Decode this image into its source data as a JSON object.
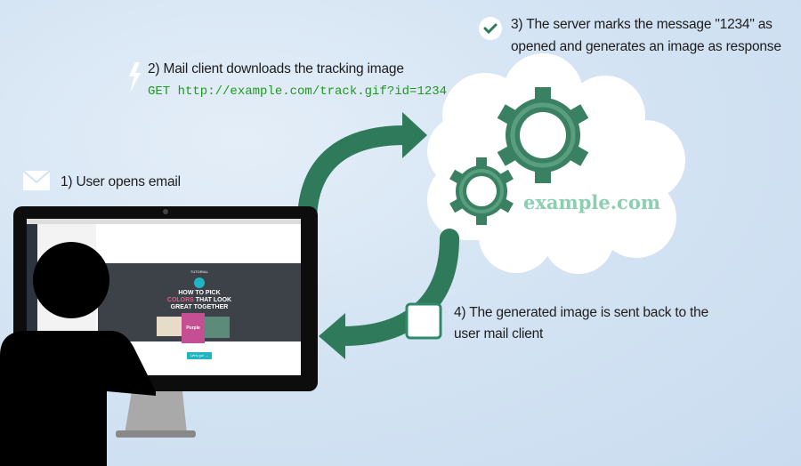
{
  "steps": {
    "step1": "1) User opens email",
    "step2": "2) Mail client downloads the tracking image",
    "step2_request": "GET http://example.com/track.gif?id=1234",
    "step3_line1": "3) The server marks the message \"1234\" as",
    "step3_line2": "opened and generates an image as response",
    "step4_line1": "4) The generated image is sent back to the",
    "step4_line2": "user mail client"
  },
  "server": {
    "domain": "example.com"
  },
  "email_preview": {
    "headline": "HOW TO PICK",
    "headline2_a": "COLORS",
    "headline2_b": " THAT LOOK",
    "headline3": "GREAT TOGETHER",
    "tutorial_label": "TUTORIAL",
    "card_label": "Purple",
    "cta": "Let's go! →"
  },
  "colors": {
    "accent_green": "#2f7a5a",
    "code_green": "#1e9a1e",
    "domain_text": "#8ccfb0",
    "background": "#d3e3f3"
  }
}
